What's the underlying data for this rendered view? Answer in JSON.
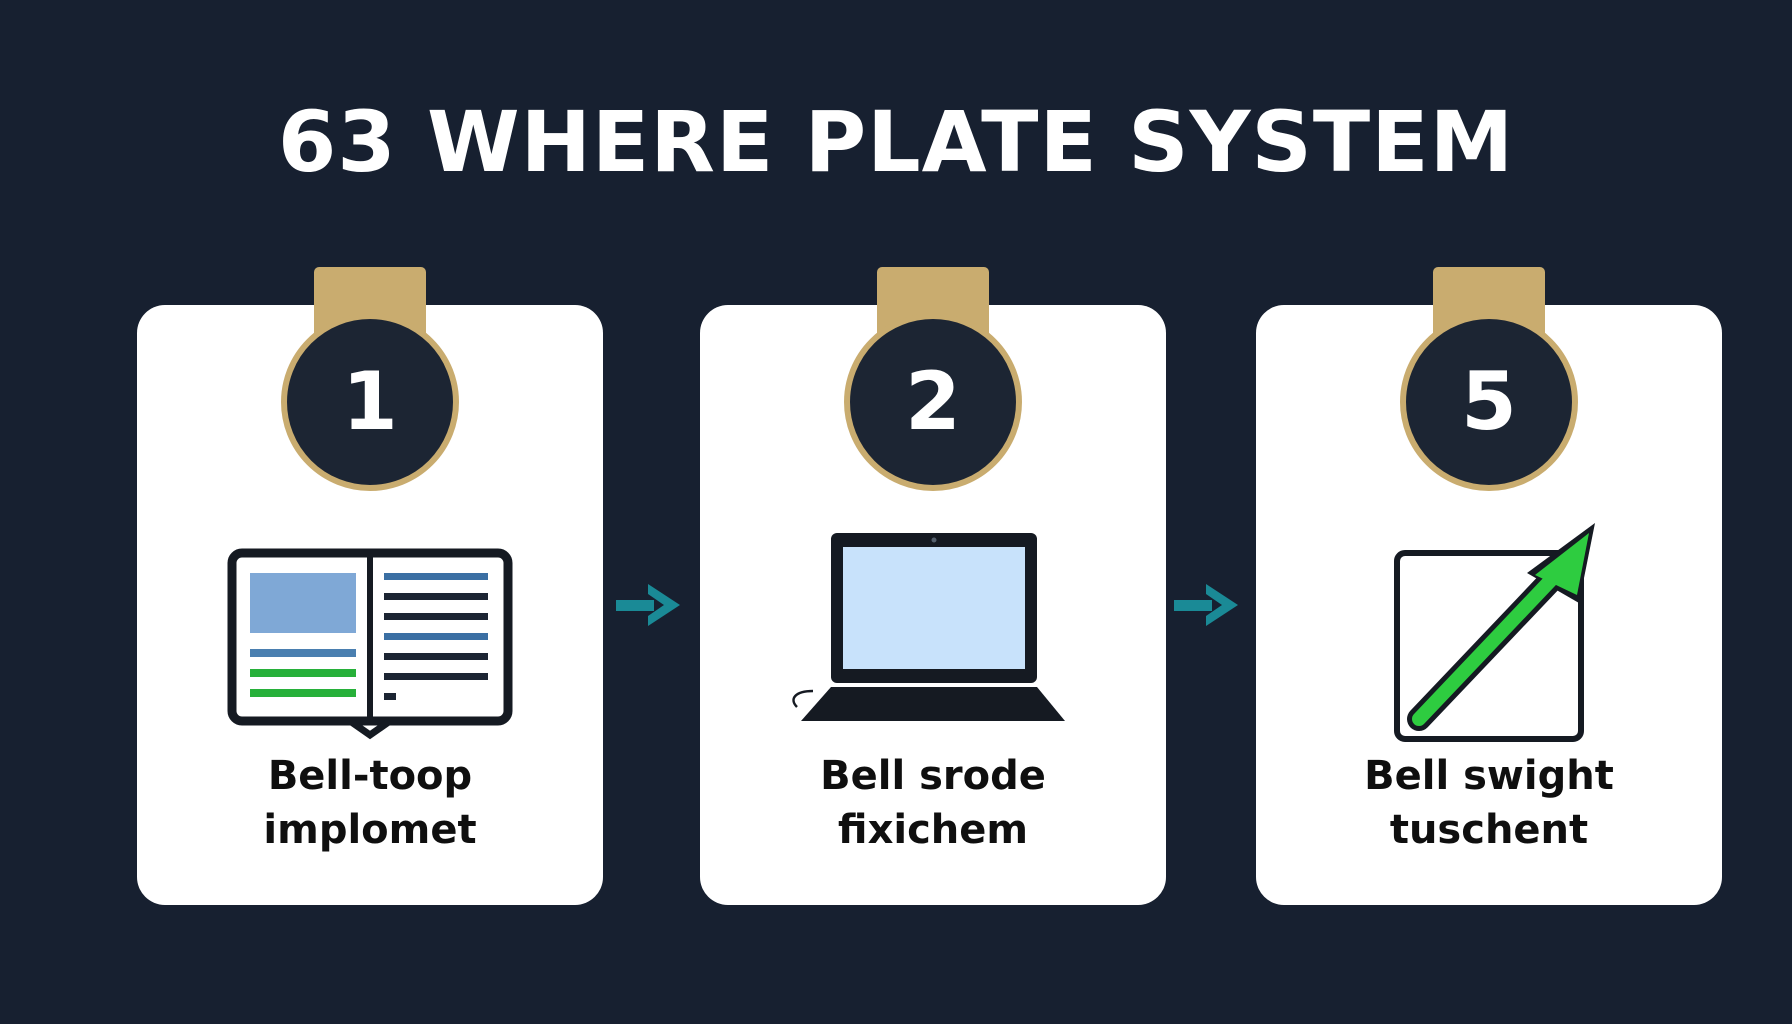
{
  "title": "63 WHERE PLATE SYSTEM",
  "colors": {
    "background": "#172030",
    "card": "#ffffff",
    "badge_fill": "#1c2533",
    "badge_ring": "#c9ac6f",
    "connector_arrow": "#1a8a96",
    "growth_arrow": "#2ecc40"
  },
  "steps": [
    {
      "number": "1",
      "icon": "open-book-icon",
      "label_line1": "Bell-toop",
      "label_line2": "implomet"
    },
    {
      "number": "2",
      "icon": "laptop-icon",
      "label_line1": "Bell srode",
      "label_line2": "fixichem"
    },
    {
      "number": "5",
      "icon": "growth-arrow-icon",
      "label_line1": "Bell swight",
      "label_line2": "tuschent"
    }
  ]
}
